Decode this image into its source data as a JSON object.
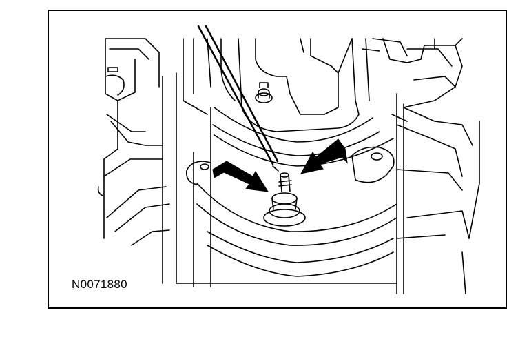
{
  "figure": {
    "id_label": "N0071880",
    "line_color": "#000000",
    "background_color": "#ffffff"
  },
  "callouts": [
    {
      "name": "left-arrow",
      "direction": "down-right",
      "points_to": "sensor-base"
    },
    {
      "name": "right-arrow",
      "direction": "down-left",
      "points_to": "sensor-base"
    }
  ]
}
